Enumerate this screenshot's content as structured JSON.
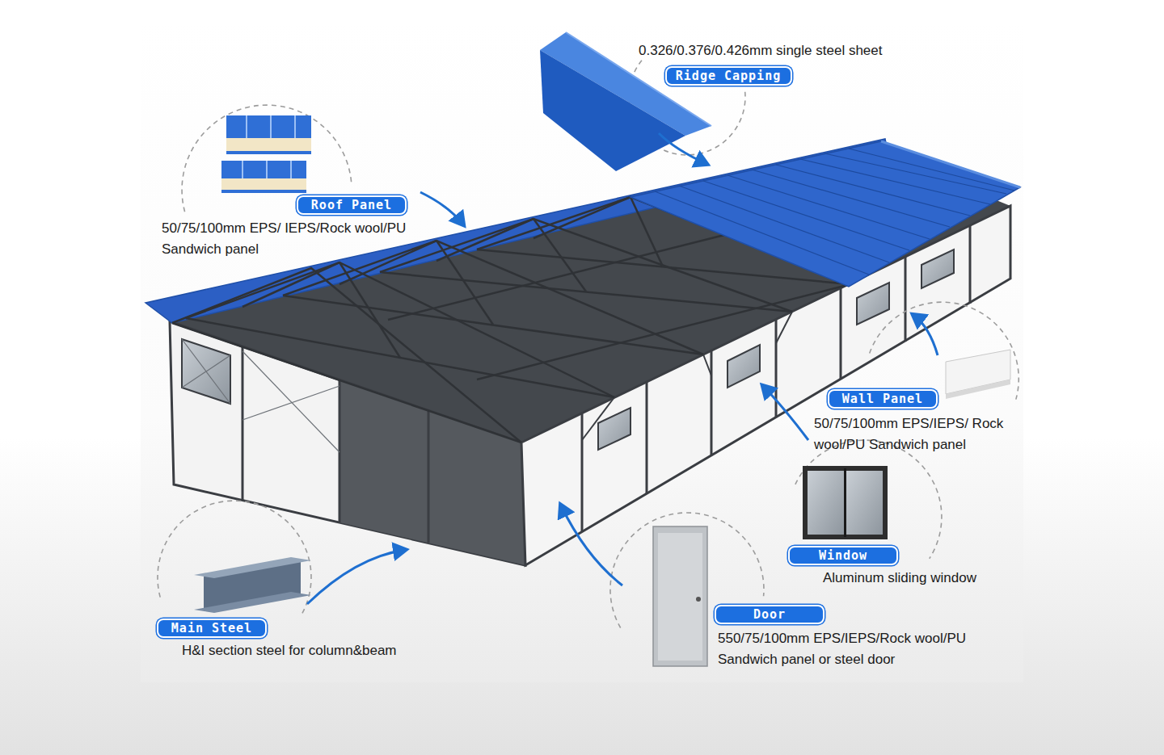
{
  "diagram": {
    "nodes": [
      {
        "text": [
          "Ridge Capping"
        ]
      },
      {
        "text": [
          "Roof Panel"
        ]
      },
      {
        "text": [
          "Wall Panel"
        ]
      },
      {
        "text": [
          "Window"
        ]
      },
      {
        "text": [
          "Door"
        ]
      },
      {
        "text": [
          "Main Steel"
        ]
      }
    ],
    "labels": [
      "0.326/0.376/0.426mm single steel sheet",
      "50/75/100mm EPS/ IEPS/Rock wool/PU Sandwich panel",
      "50/75/100mm EPS/IEPS/ Rock wool/PU Sandwich panel",
      "Aluminum sliding window",
      "550/75/100mm EPS/IEPS/Rock wool/PU Sandwich panel or steel door",
      "H&I section steel for column&beam"
    ]
  }
}
